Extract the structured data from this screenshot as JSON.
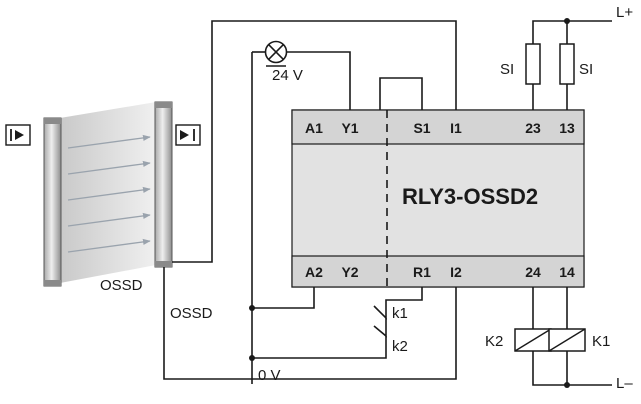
{
  "relay": {
    "model": "RLY3-OSSD2",
    "top_terminals": [
      "A1",
      "Y1",
      "S1",
      "I1",
      "23",
      "13"
    ],
    "bottom_terminals": [
      "A2",
      "Y2",
      "R1",
      "I2",
      "24",
      "14"
    ]
  },
  "lamp": {
    "voltage_label": "24 V"
  },
  "fuses": {
    "left_label": "SI",
    "right_label": "SI"
  },
  "rails": {
    "positive": "L+",
    "negative": "L–",
    "zero_volt": "0 V"
  },
  "light_curtain": {
    "ossd_label_1": "OSSD",
    "ossd_label_2": "OSSD"
  },
  "contacts": {
    "k1": "k1",
    "k2": "k2"
  },
  "coils": {
    "k1": "K1",
    "k2": "K2"
  },
  "colors": {
    "relay_body": "#e2e2e2",
    "terminal_strip": "#d4d4d4",
    "line": "#1a1a1a",
    "beam": "#9aa3ad"
  }
}
